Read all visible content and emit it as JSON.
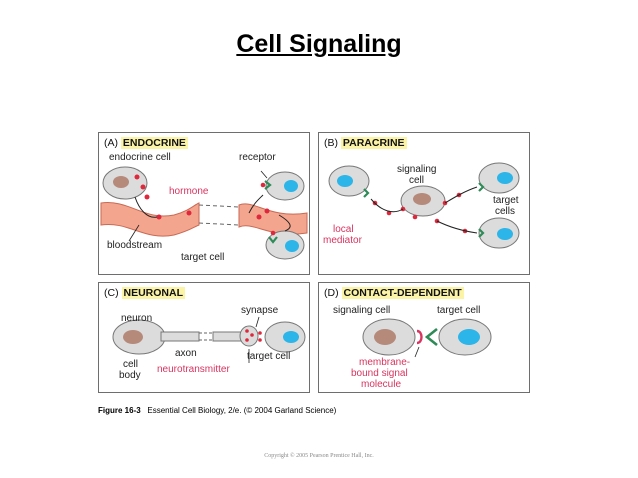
{
  "title": "Cell Signaling",
  "panels": {
    "a": {
      "letter": "(A)",
      "name": "ENDOCRINE",
      "endocrine_cell": "endocrine cell",
      "receptor": "receptor",
      "hormone": "hormone",
      "bloodstream": "bloodstream",
      "target_cell": "target cell"
    },
    "b": {
      "letter": "(B)",
      "name": "PARACRINE",
      "signaling_cell_1": "signaling",
      "signaling_cell_2": "cell",
      "target_cells_1": "target",
      "target_cells_2": "cells",
      "local_mediator_1": "local",
      "local_mediator_2": "mediator"
    },
    "c": {
      "letter": "(C)",
      "name": "NEURONAL",
      "neuron": "neuron",
      "synapse": "synapse",
      "axon": "axon",
      "target_cell": "target cell",
      "cell_body_1": "cell",
      "cell_body_2": "body",
      "neurotransmitter": "neurotransmitter"
    },
    "d": {
      "letter": "(D)",
      "name": "CONTACT-DEPENDENT",
      "signaling_cell": "signaling cell",
      "target_cell": "target cell",
      "membrane_1": "membrane-",
      "membrane_2": "bound signal",
      "membrane_3": "molecule"
    }
  },
  "caption": {
    "figure": "Figure 16-3",
    "text": "Essential Cell Biology, 2/e. (© 2004 Garland Science)"
  },
  "copyright": "Copyright © 2005 Pearson Prentice Hall, Inc.",
  "colors": {
    "cell_fill": "#dcdcdc",
    "nucleus_blue": "#2bb5e8",
    "nucleus_brown": "#b58a7a",
    "signal_red": "#e0283c",
    "receptor_green": "#2e8b57",
    "bloodstream": "#f4a58e",
    "label_red": "#d8345f",
    "title_highlight": "#fbf3a6"
  }
}
